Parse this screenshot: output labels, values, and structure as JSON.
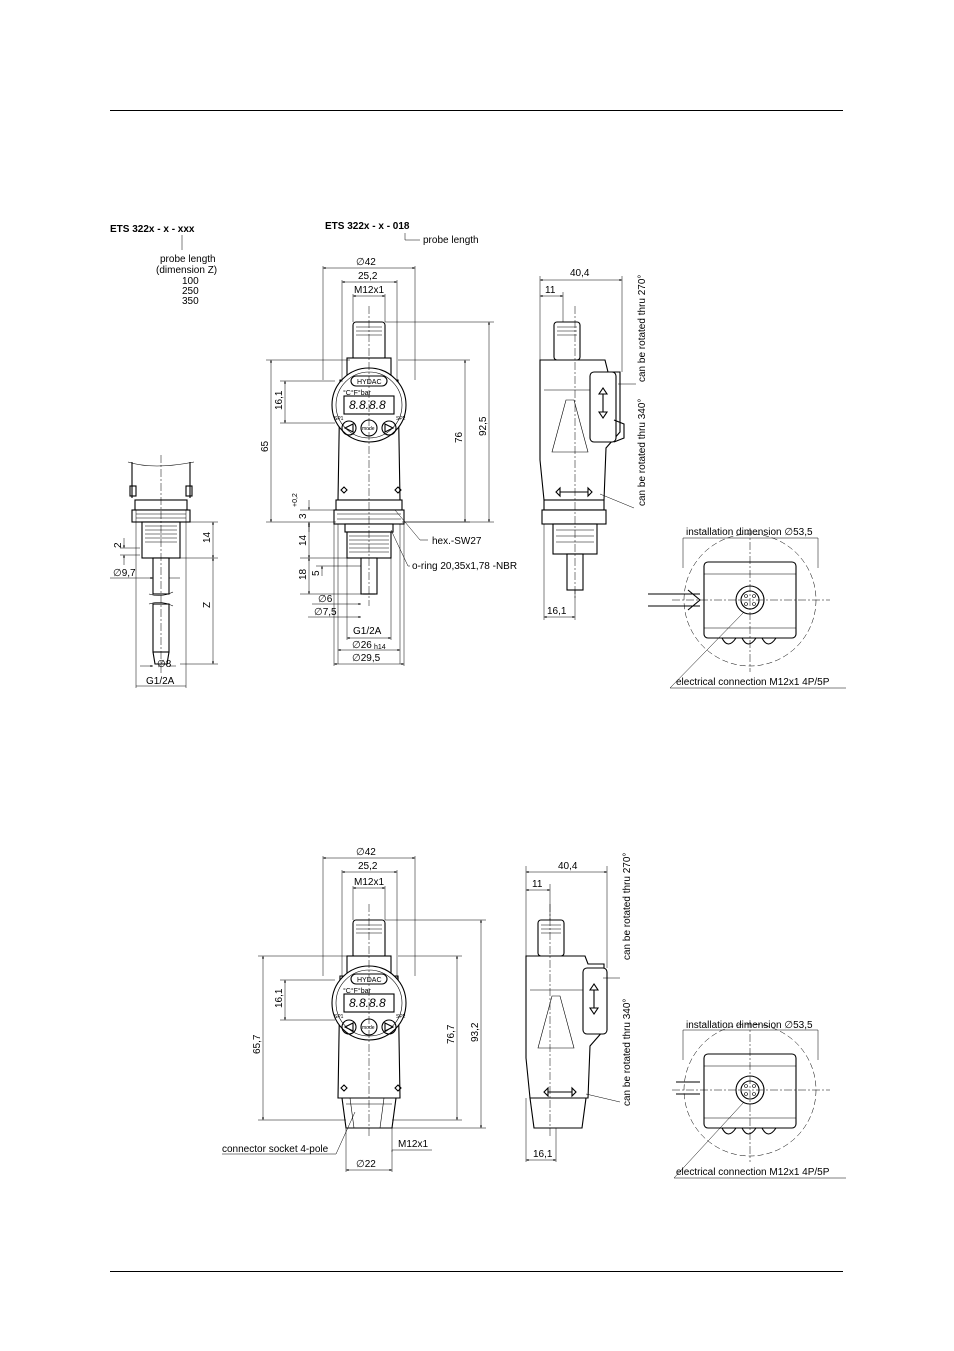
{
  "top_section": {
    "probe_variant": {
      "title": "ETS 322x - x - xxx",
      "probe_length_label": "probe length",
      "dimension_label": "(dimension Z)",
      "lengths": [
        "100",
        "250",
        "350"
      ],
      "dim_2": "2",
      "dim_14": "14",
      "dim_dia_97": "∅9,7",
      "dim_z": "Z",
      "dim_dia_8": "∅8",
      "thread": "G1/2A"
    },
    "main_view": {
      "title": "ETS 322x - x - 018",
      "probe_length_label": "probe length",
      "dim_dia_42": "∅42",
      "dim_252": "25,2",
      "dim_m12": "M12x1",
      "dim_161": "16,1",
      "dim_65": "65",
      "dim_76": "76",
      "dim_925": "92,5",
      "dim_tol": "+0,2",
      "dim_3": "3",
      "dim_14": "14",
      "dim_18": "18",
      "dim_5": "5",
      "dim_dia_6": "∅6",
      "dim_dia_75": "∅7,5",
      "dim_g12a": "G1/2A",
      "dim_dia_26": "∅26",
      "dim_h14": "h14",
      "dim_dia_295": "∅29,5",
      "hex_label": "hex.-SW27",
      "oring_label": "o-ring 20,35x1,78 -NBR"
    },
    "side_view": {
      "dim_404": "40,4",
      "dim_11": "11",
      "dim_161": "16,1",
      "rotate_270": "can be rotated thru 270°",
      "rotate_340": "can be rotated thru 340°"
    },
    "bottom_view": {
      "install_label": "installation dimension ∅53,5",
      "elec_label": "electrical connection M12x1  4P/5P"
    }
  },
  "bottom_section": {
    "main_view": {
      "dim_dia_42": "∅42",
      "dim_252": "25,2",
      "dim_m12": "M12x1",
      "dim_161": "16,1",
      "dim_657": "65,7",
      "dim_767": "76,7",
      "dim_932": "93,2",
      "dim_m12_bottom": "M12x1",
      "dim_dia_22": "∅22",
      "connector_label": "connector socket 4-pole"
    },
    "side_view": {
      "dim_404": "40,4",
      "dim_11": "11",
      "dim_161": "16,1",
      "rotate_270": "can be rotated thru 270°",
      "rotate_340": "can be rotated thru 340°"
    },
    "bottom_view": {
      "install_label": "installation dimension ∅53,5",
      "elec_label": "electrical connection M12x1  4P/5P"
    }
  },
  "display": {
    "brand": "HYDAC",
    "readout": "8.8.8.8",
    "mode_label": "mode",
    "sp1": "SP1",
    "sp2": "SP2",
    "unit_strip": "°C°F°bar"
  }
}
